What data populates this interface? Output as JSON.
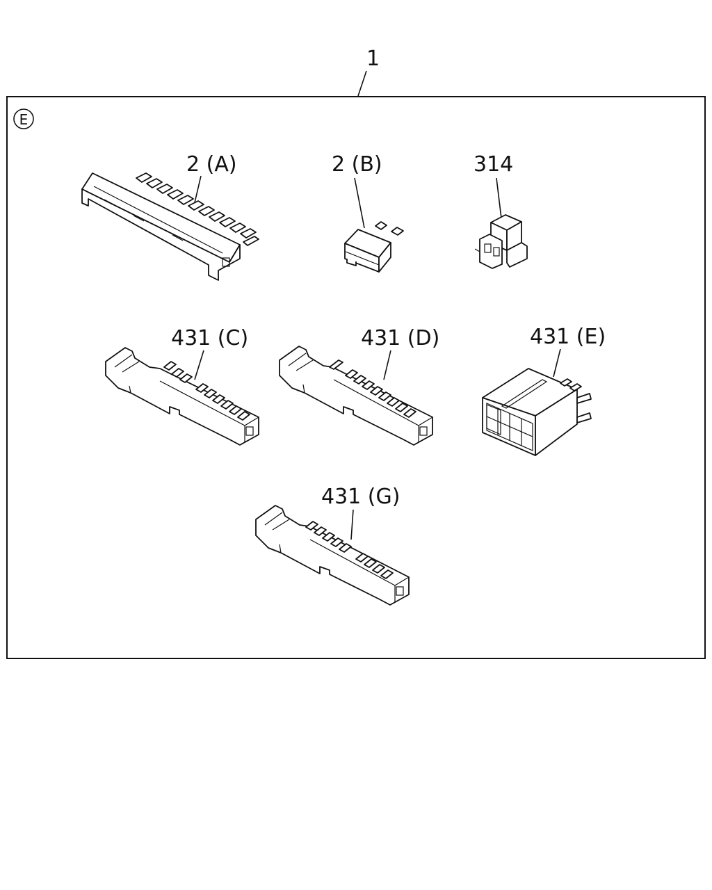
{
  "assembly": {
    "callout": "1",
    "section_badge": "E"
  },
  "parts": [
    {
      "id": "2a",
      "label": "2 (A)",
      "icon": "connector-housing-10pin"
    },
    {
      "id": "2b",
      "label": "2 (B)",
      "icon": "connector-2pin"
    },
    {
      "id": "314",
      "label": "314",
      "icon": "connector-small-block"
    },
    {
      "id": "431c",
      "label": "431 (C)",
      "icon": "connector-housing-long"
    },
    {
      "id": "431d",
      "label": "431 (D)",
      "icon": "connector-housing-long"
    },
    {
      "id": "431e",
      "label": "431 (E)",
      "icon": "connector-box-8cavity"
    },
    {
      "id": "431g",
      "label": "431 (G)",
      "icon": "connector-housing-long"
    }
  ]
}
